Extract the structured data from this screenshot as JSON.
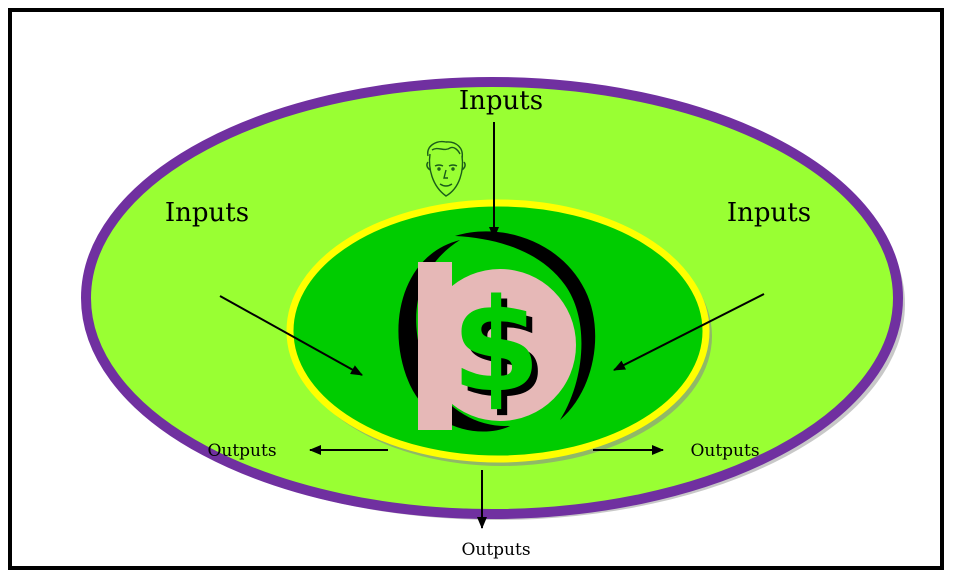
{
  "diagram": {
    "inputs": {
      "top": "Inputs",
      "left": "Inputs",
      "right": "Inputs"
    },
    "outputs": {
      "left": "Outputs",
      "right": "Outputs",
      "bottom": "Outputs"
    },
    "center_symbol": "$",
    "colors": {
      "outer_ellipse_fill": "#99ff33",
      "outer_ellipse_stroke": "#7030a0",
      "inner_ellipse_fill": "#00cc00",
      "inner_ellipse_stroke": "#ffff00",
      "coin_fill": "#e6b8b7",
      "dollar_fill": "#00cc00",
      "arrow": "#000000"
    },
    "icons": {
      "person": "person-head-icon",
      "coin": "dollar-coin-icon"
    }
  }
}
